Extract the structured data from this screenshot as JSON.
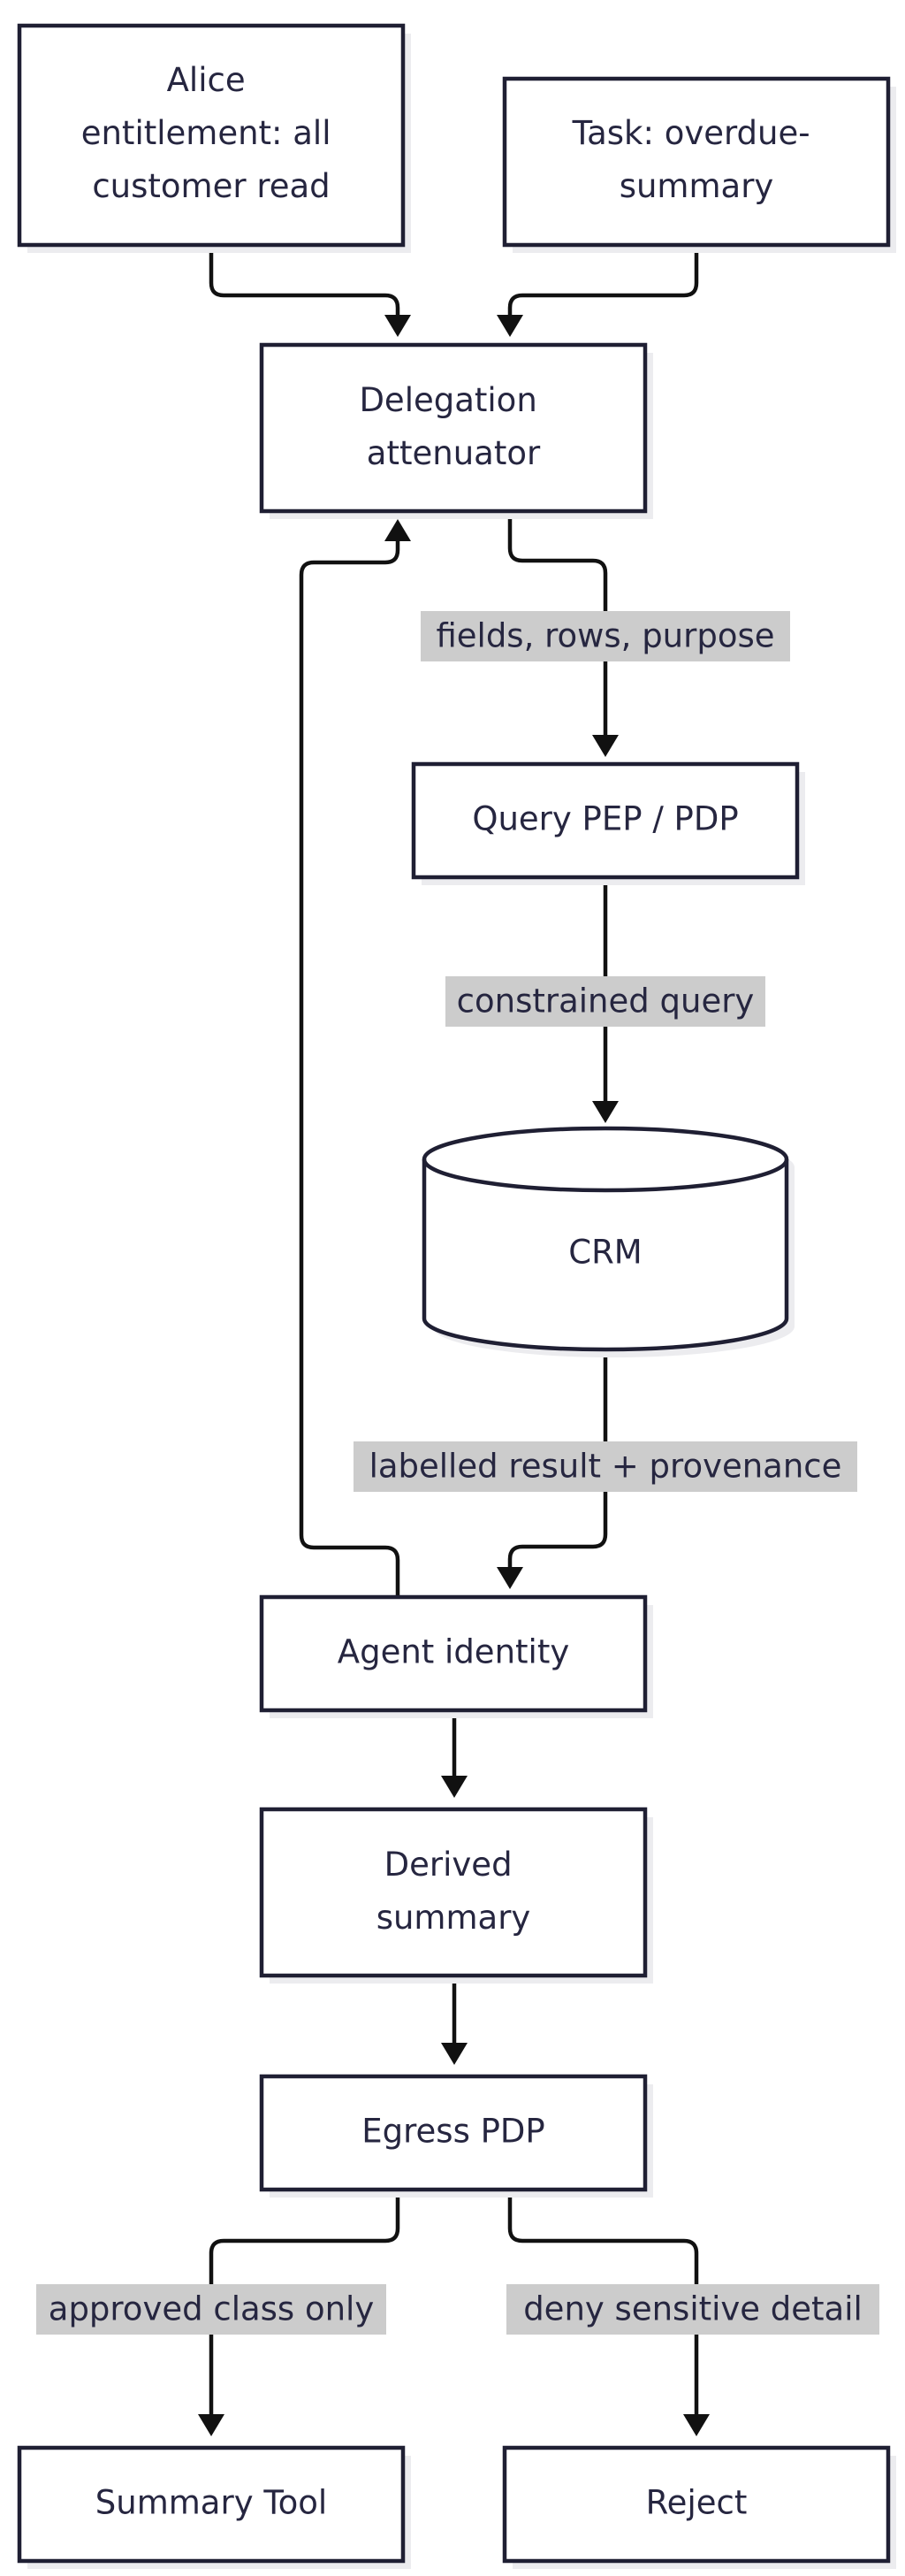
{
  "nodes": {
    "alice": {
      "lines": [
        "Alice",
        "entitlement: all",
        "customer read"
      ]
    },
    "task": {
      "lines": [
        "Task: overdue-",
        "summary"
      ]
    },
    "delegation": {
      "lines": [
        "Delegation",
        "attenuator"
      ]
    },
    "query_pep": {
      "lines": [
        "Query PEP / PDP"
      ]
    },
    "crm": {
      "lines": [
        "CRM"
      ]
    },
    "agent": {
      "lines": [
        "Agent identity"
      ]
    },
    "derived": {
      "lines": [
        "Derived",
        "summary"
      ]
    },
    "egress": {
      "lines": [
        "Egress PDP"
      ]
    },
    "summary_tool": {
      "lines": [
        "Summary Tool"
      ]
    },
    "reject": {
      "lines": [
        "Reject"
      ]
    }
  },
  "edges": {
    "alice_to_delegation": {
      "label": ""
    },
    "task_to_delegation": {
      "label": ""
    },
    "delegation_to_query": {
      "label": "fields, rows, purpose"
    },
    "query_to_crm": {
      "label": "constrained query"
    },
    "crm_to_agent": {
      "label": "labelled result + provenance"
    },
    "agent_to_delegation": {
      "label": ""
    },
    "agent_to_derived": {
      "label": ""
    },
    "derived_to_egress": {
      "label": ""
    },
    "egress_to_summary": {
      "label": "approved class only"
    },
    "egress_to_reject": {
      "label": "deny sensitive detail"
    }
  },
  "colors": {
    "stroke": "#1f1f33",
    "edge": "#111111",
    "label_bg": "#cccccc",
    "text": "#262640",
    "shadow": "#ececef"
  }
}
